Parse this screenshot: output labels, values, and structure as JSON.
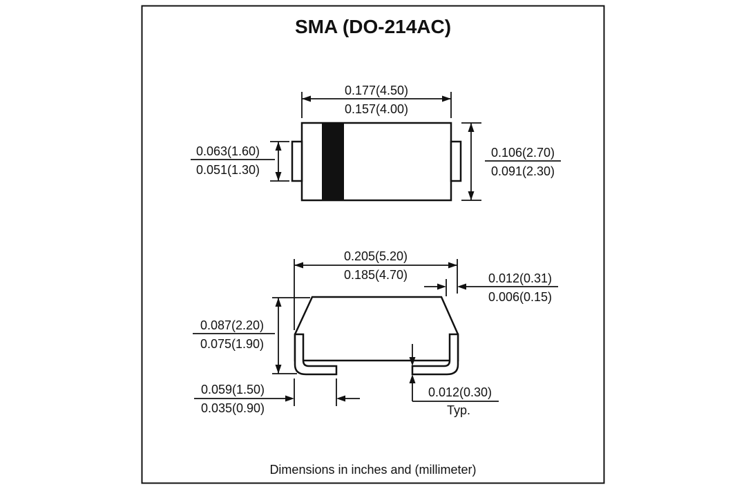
{
  "title": "SMA (DO-214AC)",
  "footer": "Dimensions in inches and (millimeter)",
  "top_view": {
    "width_max": "0.177(4.50)",
    "width_min": "0.157(4.00)",
    "lead_height_max": "0.063(1.60)",
    "lead_height_min": "0.051(1.30)",
    "body_height_max": "0.106(2.70)",
    "body_height_min": "0.091(2.30)"
  },
  "side_view": {
    "overall_width_max": "0.205(5.20)",
    "overall_width_min": "0.185(4.70)",
    "lead_extension_max": "0.012(0.31)",
    "lead_extension_min": "0.006(0.15)",
    "height_max": "0.087(2.20)",
    "height_min": "0.075(1.90)",
    "foot_length_max": "0.059(1.50)",
    "foot_length_min": "0.035(0.90)",
    "lead_thickness": "0.012(0.30)",
    "lead_thickness_qualifier": "Typ."
  },
  "colors": {
    "line": "#111111",
    "cathode_band": "#111111",
    "background": "#ffffff"
  }
}
